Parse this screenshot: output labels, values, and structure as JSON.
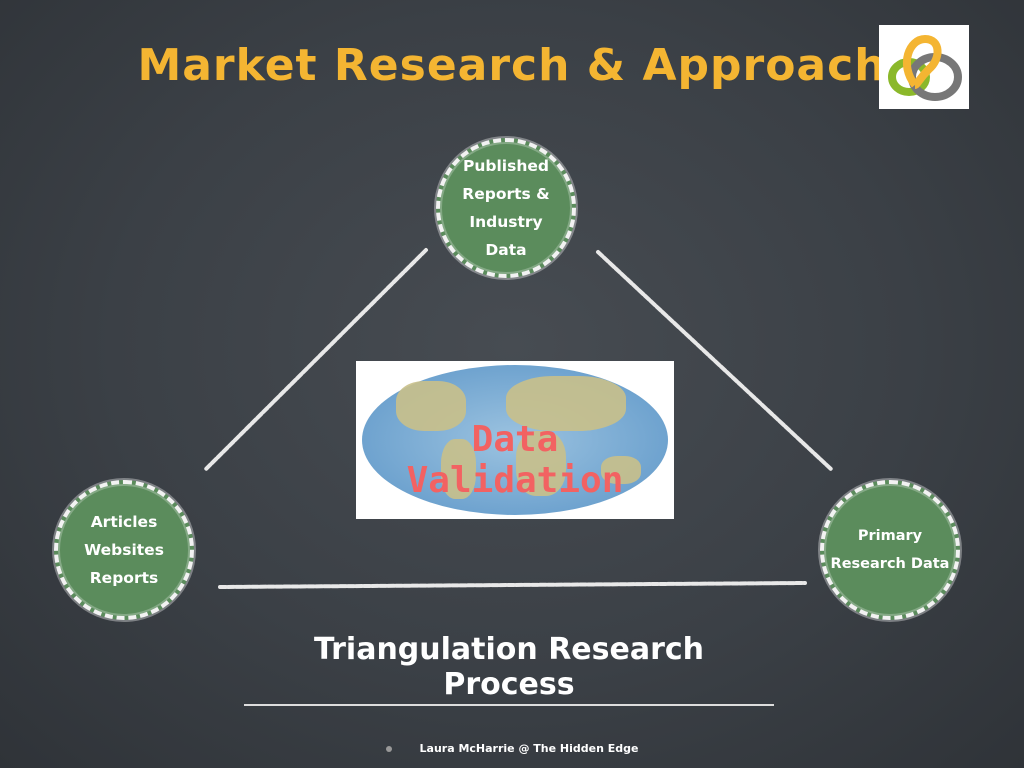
{
  "title": "Market Research & Approach",
  "logo": {
    "icon": "interlocking-rings-logo",
    "colors": [
      "#f4b532",
      "#8bb82a",
      "#777777"
    ]
  },
  "nodes": {
    "top": [
      "Published",
      "Reports &",
      "Industry",
      "Data"
    ],
    "left": [
      "Articles",
      "Websites",
      "Reports"
    ],
    "right": [
      "Primary",
      "Research Data"
    ]
  },
  "center": {
    "label": "Data Validation",
    "image": "world-map"
  },
  "subtitle": "Triangulation Research Process",
  "footer": "Laura McHarrie @ The Hidden Edge",
  "colors": {
    "title": "#f4b532",
    "node": "#5b8c5c",
    "center_label": "#f26262"
  }
}
